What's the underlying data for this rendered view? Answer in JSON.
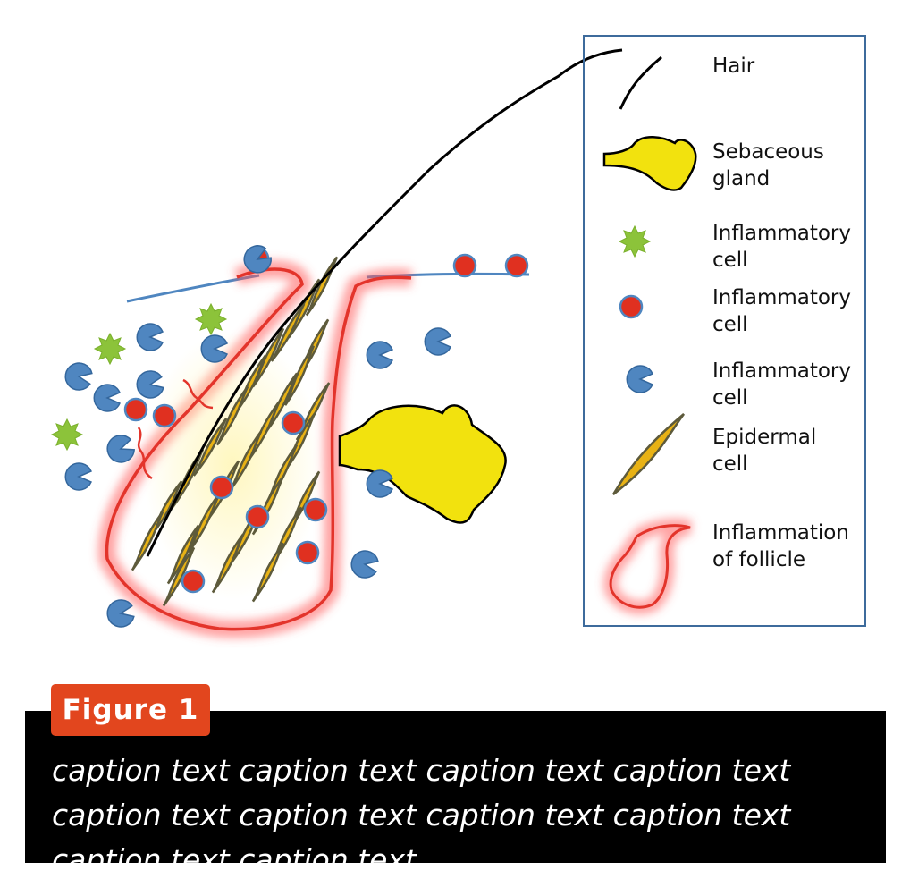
{
  "legend": {
    "items": [
      {
        "label": "Hair",
        "icon": "hair-icon"
      },
      {
        "label": "Sebaceous\ngland",
        "icon": "sebaceous-gland-icon"
      },
      {
        "label": "Inflammatory\ncell",
        "icon": "green-star-cell-icon"
      },
      {
        "label": "Inflammatory\ncell",
        "icon": "red-dot-cell-icon"
      },
      {
        "label": "Inflammatory\ncell",
        "icon": "blue-pacman-cell-icon"
      },
      {
        "label": "Epidermal\ncell",
        "icon": "epidermal-cell-icon"
      },
      {
        "label": "Inflammation\nof follicle",
        "icon": "follicle-outline-icon"
      }
    ]
  },
  "figure": {
    "badge": "Figure 1",
    "caption": "caption text caption text caption text caption text caption text caption text caption text caption text caption text caption text"
  },
  "colors": {
    "hair": "#000000",
    "gland": "#f2e20e",
    "green_cell": "#8cc33a",
    "red_cell": "#e03020",
    "blue_cell": "#4f86c0",
    "epidermal": "#e8b215",
    "follicle": "#e3342b",
    "skin_line": "#4f86c0",
    "legend_border": "#3d6b9c",
    "badge": "#e2461e",
    "caption_bg": "#000000"
  }
}
